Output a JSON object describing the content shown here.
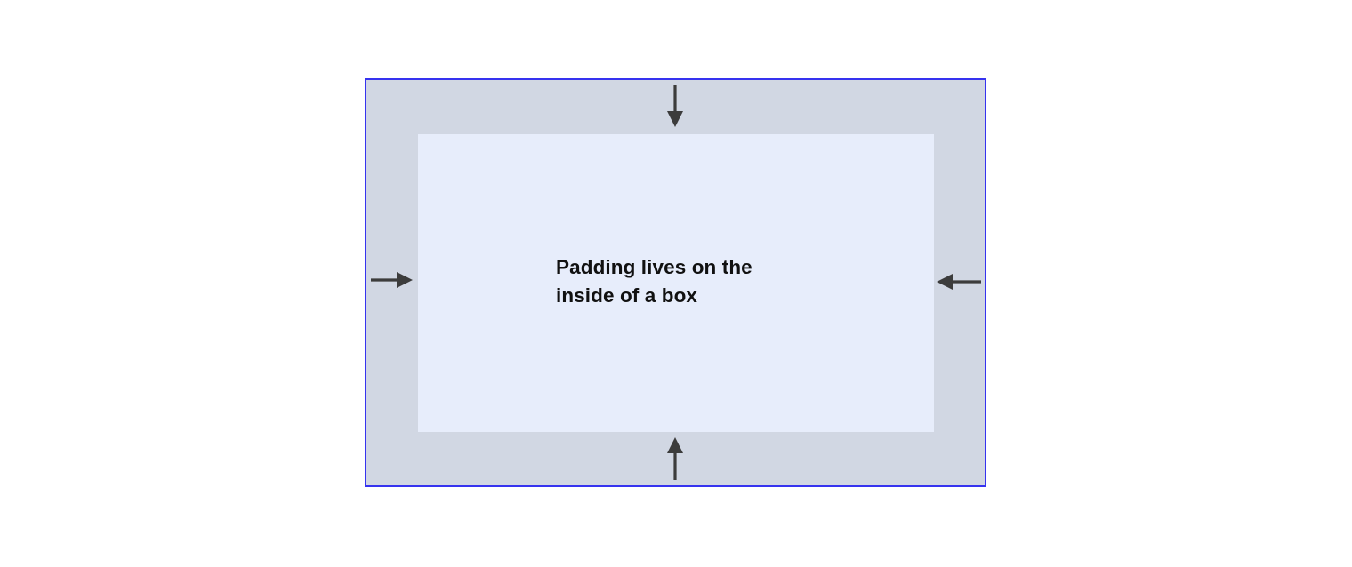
{
  "diagram": {
    "title_text": "Padding lives on the\ninside of a box",
    "border_box": {
      "name": "border-box",
      "fill_color": "#d1d7e3",
      "border_color": "#3633ef",
      "border_width": "2px"
    },
    "content_box": {
      "name": "content-box",
      "fill_color": "#e7edfb"
    },
    "text_color": "#111111",
    "arrow_color": "#3c3c3c",
    "background_color": "#ffffff",
    "arrows": [
      {
        "name": "arrow-top",
        "direction": "down",
        "points_from": "top border",
        "points_to": "content box top"
      },
      {
        "name": "arrow-left",
        "direction": "right",
        "points_from": "left border",
        "points_to": "content box left"
      },
      {
        "name": "arrow-right",
        "direction": "left",
        "points_from": "right border",
        "points_to": "content box right"
      },
      {
        "name": "arrow-bottom",
        "direction": "up",
        "points_from": "bottom border",
        "points_to": "content box bottom"
      }
    ]
  }
}
